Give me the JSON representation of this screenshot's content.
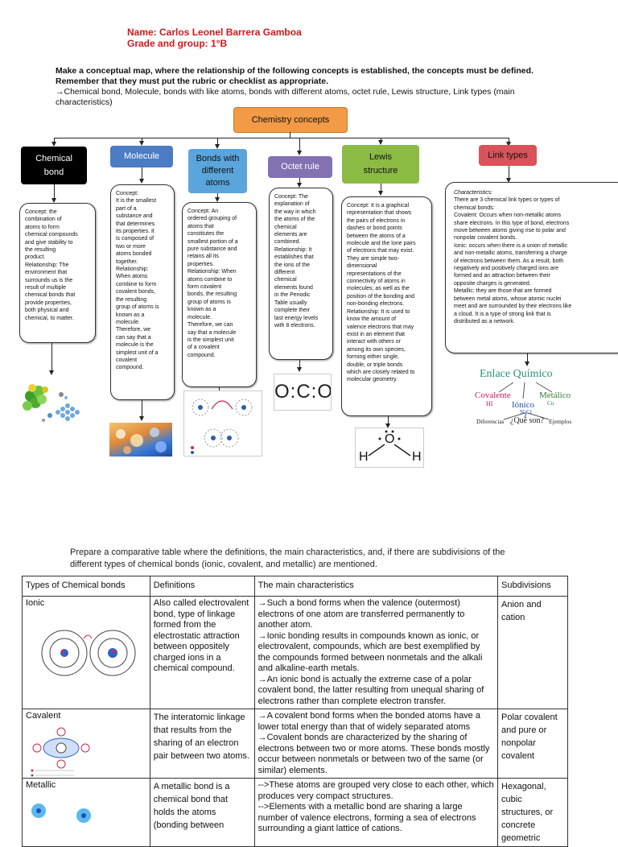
{
  "header": {
    "name_line": "Name: Carlos Leonel Barrera Gamboa",
    "grade_line": "Grade and group: 1°B",
    "instruction_1": "Make a conceptual map, where the relationship of the following concepts is established, the concepts must be defined.",
    "instruction_2": "Remember that they must put the rubric or checklist as appropriate.",
    "instruction_3": "→Chemical bond, Molecule, bonds with like atoms, bonds with different atoms, octet rule, Lewis structure, Link types (main",
    "instruction_4": "characteristics)"
  },
  "map": {
    "root": "Chemistry concepts",
    "nodes": [
      {
        "title_1": "Chemical",
        "title_2": "bond",
        "color": "#000000"
      },
      {
        "title_1": "Molecule",
        "color": "#4b7cc4"
      },
      {
        "title_1": "Bonds with",
        "title_2": "different",
        "title_3": "atoms",
        "color": "#5aa5dc"
      },
      {
        "title_1": "Octet rule",
        "color": "#8372b2"
      },
      {
        "title_1": "Lewis",
        "title_2": "structure",
        "color": "#8bbb43"
      },
      {
        "title_1": "Link types",
        "color": "#d9545a"
      }
    ],
    "chemical_bond_text": [
      "Concept: the",
      "combination of",
      "atoms to form",
      "chemical compounds",
      "and give stability to",
      "the resulting",
      "product.",
      "Relationship: The",
      "environment that",
      "surrounds us is the",
      "result of multiple",
      "chemical bonds that",
      "provide properties,",
      "both physical and",
      "chemical, to matter."
    ],
    "molecule_text": [
      "Concept:",
      "It is the smallest",
      "part of a",
      "substance and",
      "that determines",
      "its properties. It",
      "is composed of",
      "two or more",
      "atoms bonded",
      "together.",
      "Relationship:",
      "When atoms",
      "combine to form",
      "covalent bonds,",
      "the resulting",
      "group of atoms is",
      "known as a",
      "molecule.",
      "Therefore, we",
      "can say that a",
      "molecule is the",
      "simplest unit of a",
      "covalent",
      "compound."
    ],
    "different_atoms_text": [
      "Concept: An",
      "ordered grouping of",
      "atoms that",
      "constitutes the",
      "smallest portion of a",
      "pure substance and",
      "retains all its",
      "properties.",
      "Relationship: When",
      "atoms combine to",
      "form covalent",
      "bonds, the resulting",
      "group of atoms is",
      "known as a",
      "molecule.",
      "Therefore, we can",
      "say that a molecule",
      "is the simplest unit",
      "of a covalent",
      "compound."
    ],
    "octet_text": [
      "Concept: The",
      "explanation of",
      "the way in which",
      "the atoms of the",
      "chemical",
      "elements are",
      "combined.",
      "Relationship: It",
      "establishes that",
      "the ions of the",
      "different",
      "chemical",
      "elements found",
      "in the Periodic",
      "Table usually",
      "complete their",
      "last energy levels",
      "with 8 electrons."
    ],
    "lewis_text": [
      "Concept: It is a graphical",
      "representation that shows",
      "the pairs of electrons in",
      "dashes or bond points",
      "between the atoms of a",
      "molecule and the lone pairs",
      "of electrons that may exist.",
      " They are simple two-",
      "dimensional",
      "representations of the",
      "connectivity of atoms in",
      "molecules; as well as the",
      "position of the bonding and",
      "non-bonding electrons.",
      "Relationship: It is used to",
      "know the amount of",
      "valence electrons that may",
      "exist in an element that",
      "interact with others or",
      "among its own species,",
      "forming either single,",
      "double, or triple bonds",
      "which are closely related to",
      "molecular geometry."
    ],
    "link_types_text": [
      "Characteristics:",
      "There are 3 chemical link types or types of",
      "chemical bonds:",
      "Covalent: Occurs when non-metallic atoms",
      "share electrons. In this type of bond, electrons",
      "move between atoms giving rise to polar and",
      "nonpolar covalent bonds.",
      "Ionic: occurs when there is a union of metallic",
      "and non-metallic atoms, transferring a charge",
      "of electrons between them. As a result, both",
      "negatively and positively charged ions are",
      "formed and an attraction between their",
      "opposite charges is generated.",
      "Metallic: they are those that are formed",
      "between metal atoms, whose atomic nuclei",
      "meet and are surrounded by their electrons like",
      "a cloud. It is a type of strong link that is",
      "distributed as a network."
    ],
    "oco_label": "O:C:O",
    "water_o": "O",
    "water_h1": "H",
    "water_h2": "H",
    "enlace": {
      "title": "Enlace Químico",
      "covalente": "Covalente",
      "hi": "HI",
      "ionico": "Iónico",
      "nacl": "NaCl",
      "metalico": "Metálico",
      "cu": "Cu",
      "diferencias": "Diferencias",
      "que_son": "¿Qué son?",
      "ejemplos": "Ejemplos"
    }
  },
  "table_section": {
    "intro_1": "Prepare a comparative table where the definitions, the main characteristics, and, if there are subdivisions of the",
    "intro_2": "different types of chemical bonds (ionic, covalent, and metallic) are mentioned.",
    "headers": [
      "Types of Chemical bonds",
      "Definitions",
      "The main characteristics",
      "Subdivisions"
    ],
    "rows": [
      {
        "type": "Ionic",
        "definition": "Also called electrovalent bond, type of linkage formed from the electrostatic attraction between oppositely charged ions in a chemical compound.",
        "characteristics": "→Such a bond forms when the valence (outermost) electrons of one atom are transferred permanently to another atom.\n→Ionic bonding results in compounds known as ionic, or electrovalent, compounds, which are best exemplified by the compounds formed between nonmetals and the alkali and alkaline-earth metals.\n→An ionic bond is actually the extreme case of a polar covalent bond, the latter resulting from unequal sharing of electrons rather than complete electron transfer.",
        "subdivisions": "Anion and cation"
      },
      {
        "type": "Cavalent",
        "definition": "The interatomic linkage that results from the sharing of an electron pair between two atoms.",
        "characteristics": "→A covalent bond forms when the bonded atoms have a lower total energy than that of widely separated atoms\n→Covalent bonds are characterized by the sharing of electrons between two or more atoms. These bonds mostly occur between nonmetals or between two of the same (or similar) elements.",
        "subdivisions": "Polar covalent and pure or nonpolar covalent"
      },
      {
        "type": "Metallic",
        "definition": "A metallic bond is a chemical bond that holds the atoms (bonding between",
        "characteristics": "-->These atoms are grouped very close to each other, which produces very compact structures.\n-->Elements with a metallic bond are sharing a large number of valence electrons, forming a sea of electrons surrounding a giant lattice of cations.",
        "subdivisions": "Hexagonal, cubic structures, or concrete geometric"
      }
    ]
  }
}
